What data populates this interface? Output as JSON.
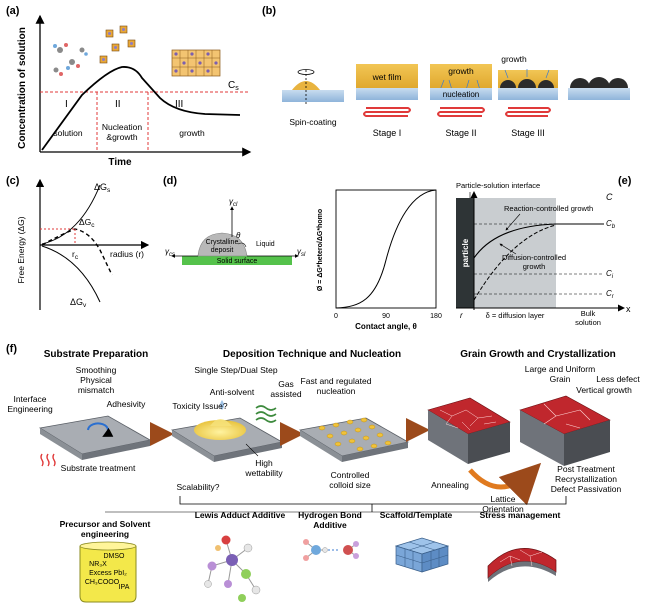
{
  "panel_a": {
    "label": "(a)",
    "ylabel": "Concentration of solution",
    "xlabel": "Time",
    "cs": "C",
    "cs_sub": "s",
    "stage_1": "I",
    "stage_2": "II",
    "stage_3": "III",
    "solution": "solution",
    "nucleation_1": "Nucleation",
    "nucleation_2": "&growth",
    "growth": "growth"
  },
  "panel_b": {
    "label": "(b)",
    "spin": "Spin-coating",
    "wet_film": "wet film",
    "growth_2": "growth",
    "nucleation": "nucleation",
    "growth_3": "growth",
    "stage_1": "Stage I",
    "stage_2": "Stage II",
    "stage_3": "Stage III"
  },
  "panel_c": {
    "label": "(c)",
    "ylabel": "Free Energy (ΔG)",
    "gs": "ΔG",
    "gs_sub": "s",
    "gc": "ΔG",
    "gc_sub": "c",
    "rc": "r",
    "rc_sub": "c",
    "radius": "radius (r)",
    "gv": "ΔG",
    "gv_sub": "v"
  },
  "panel_d": {
    "label": "(d)",
    "gamma_cl": "γ",
    "gamma_cl_sub": "cl",
    "crystalline_1": "Crystalline",
    "crystalline_2": "deposit",
    "theta": "θ",
    "liquid": "Liquid",
    "gamma_cs": "γ",
    "gamma_cs_sub": "cs",
    "solid": "Solid surface",
    "gamma_sl": "γ",
    "gamma_sl_sub": "sl",
    "plot_ylabel": "Ø = ΔG*hetero/ΔG*homo",
    "plot_xlabel": "Contact angle, θ",
    "ticks_x": [
      "0",
      "90",
      "180"
    ]
  },
  "panel_e": {
    "label": "(e)",
    "interface": "Particle-solution interface",
    "c_axis": "C",
    "reaction": "Reaction-controlled growth",
    "cb": "C",
    "cb_sub": "b",
    "diffusion_1": "Diffusion-controlled",
    "diffusion_2": "growth",
    "particle": "particle",
    "ci": "C",
    "ci_sub": "i",
    "cr": "C",
    "cr_sub": "r",
    "r_label": "r",
    "delta": "δ = diffusion layer",
    "x_axis": "x",
    "bulk_1": "Bulk",
    "bulk_2": "solution"
  },
  "panel_f": {
    "label": "(f)",
    "title_1": "Substrate Preparation",
    "title_2": "Deposition Technique and Nucleation",
    "title_3": "Grain Growth and Crystallization",
    "smoothing_1": "Smoothing",
    "smoothing_2": "Physical",
    "smoothing_3": "mismatch",
    "adhesivity": "Adhesivity",
    "interface_1": "Interface",
    "interface_2": "Engineering",
    "substrate_treatment": "Substrate treatment",
    "single_dual": "Single Step/Dual Step",
    "anti_solvent": "Anti-solvent",
    "gas_1": "Gas",
    "gas_2": "assisted",
    "toxicity": "Toxicity Issue?",
    "high_1": "High",
    "high_2": "wettability",
    "scalability": "Scalability?",
    "fast_1": "Fast and regulated",
    "fast_2": "nucleation",
    "controlled_1": "Controlled",
    "controlled_2": "colloid size",
    "large_1": "Large and Uniform",
    "large_2": "Grain",
    "less_defect": "Less defect",
    "vertical": "Vertical growth",
    "annealing": "Annealing",
    "lattice_1": "Lattice",
    "lattice_2": "Orientation",
    "post_1": "Post Treatment",
    "post_2": "Recrystallization",
    "post_3": "Defect Passivation",
    "additive_1_a": "Precursor and Solvent",
    "additive_1_b": "engineering",
    "additive_2": "Lewis Adduct Additive",
    "additive_3_a": "Hydrogen Bond",
    "additive_3_b": "Additive",
    "additive_4": "Scaffold/Template",
    "additive_5": "Stress management",
    "solvents": [
      "DMSO",
      "NR₃X",
      "Excess PbI₂",
      "CH₃COOO",
      "IPA"
    ]
  },
  "colors": {
    "film_orange": "#e8b33f",
    "substrate_blue": "#a9c8e6",
    "heater_red": "#e03a3a",
    "stress_red": "#c0272d",
    "solid_green": "#55c24b",
    "particle_dark": "#2e3436",
    "diffusion_gray": "#c9cdd0",
    "arrow_brown": "#9c4a1b"
  }
}
